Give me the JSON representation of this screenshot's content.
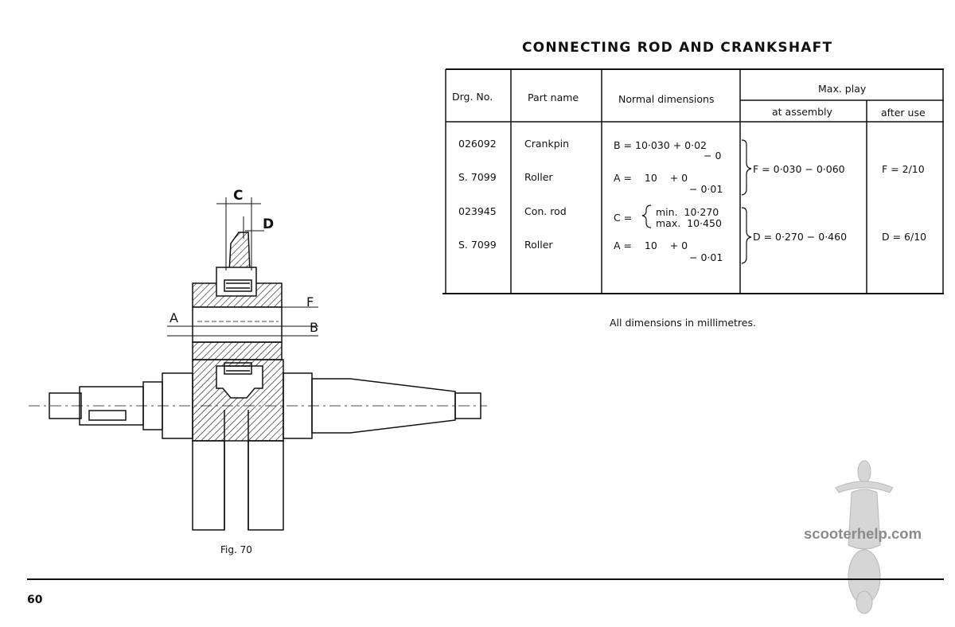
{
  "document": {
    "title": "CONNECTING ROD AND CRANKSHAFT",
    "note": "All dimensions in millimetres.",
    "figure_label": "Fig. 70",
    "page_number": "60",
    "watermark": "scooterhelp.com"
  },
  "table": {
    "headers": {
      "drg_no": "Drg. No.",
      "part_name": "Part name",
      "normal_dimensions": "Normal dimensions",
      "max_play": "Max. play",
      "at_assembly": "at assembly",
      "after_use": "after use"
    },
    "rows": [
      {
        "drg_no": "026092",
        "part": "Crankpin",
        "dim_main": "B = 10·030 + 0·02",
        "dim_sub": "− 0"
      },
      {
        "drg_no": "S. 7099",
        "part": "Roller",
        "dim_main": "A =    10    + 0",
        "dim_sub": "− 0·01"
      },
      {
        "drg_no": "023945",
        "part": "Con. rod",
        "dim_prefix": "C =",
        "dim_min": "min.  10·270",
        "dim_max": "max.  10·450"
      },
      {
        "drg_no": "S. 7099",
        "part": "Roller",
        "dim_main": "A =    10    + 0",
        "dim_sub": "− 0·01"
      }
    ],
    "groups": [
      {
        "at_assembly": "F = 0·030 − 0·060",
        "after_use": "F = 2/10"
      },
      {
        "at_assembly": "D = 0·270 − 0·460",
        "after_use": "D = 6/10"
      }
    ]
  },
  "figure": {
    "labels": {
      "c": "C",
      "d": "D",
      "f": "F",
      "a": "A",
      "b": "B"
    }
  }
}
